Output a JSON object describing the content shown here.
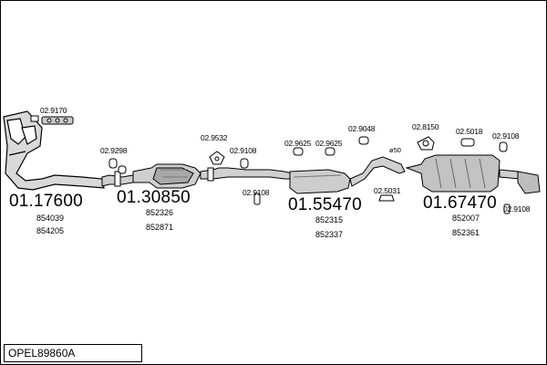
{
  "groups": [
    {
      "number": "01.17600",
      "refs": [
        "854039",
        "854205"
      ]
    },
    {
      "number": "01.30850",
      "refs": [
        "852326",
        "852871"
      ]
    },
    {
      "number": "01.55470",
      "refs": [
        "852315",
        "852337"
      ]
    },
    {
      "number": "01.67470",
      "refs": [
        "852007",
        "852361"
      ]
    }
  ],
  "parts": {
    "p1": "02.9170",
    "p2": "02.9298",
    "p3": "02.9532",
    "p4": "02.9108",
    "p5": "02.9108",
    "p6": "02.9625",
    "p7": "02.9625",
    "p8": "02.9048",
    "p9": "02.5031",
    "p10": "02.8150",
    "p11": "02.5018",
    "p12": "02.9108",
    "p13": "02.9108"
  },
  "annotation": "ø50",
  "code": "OPEL89860A"
}
